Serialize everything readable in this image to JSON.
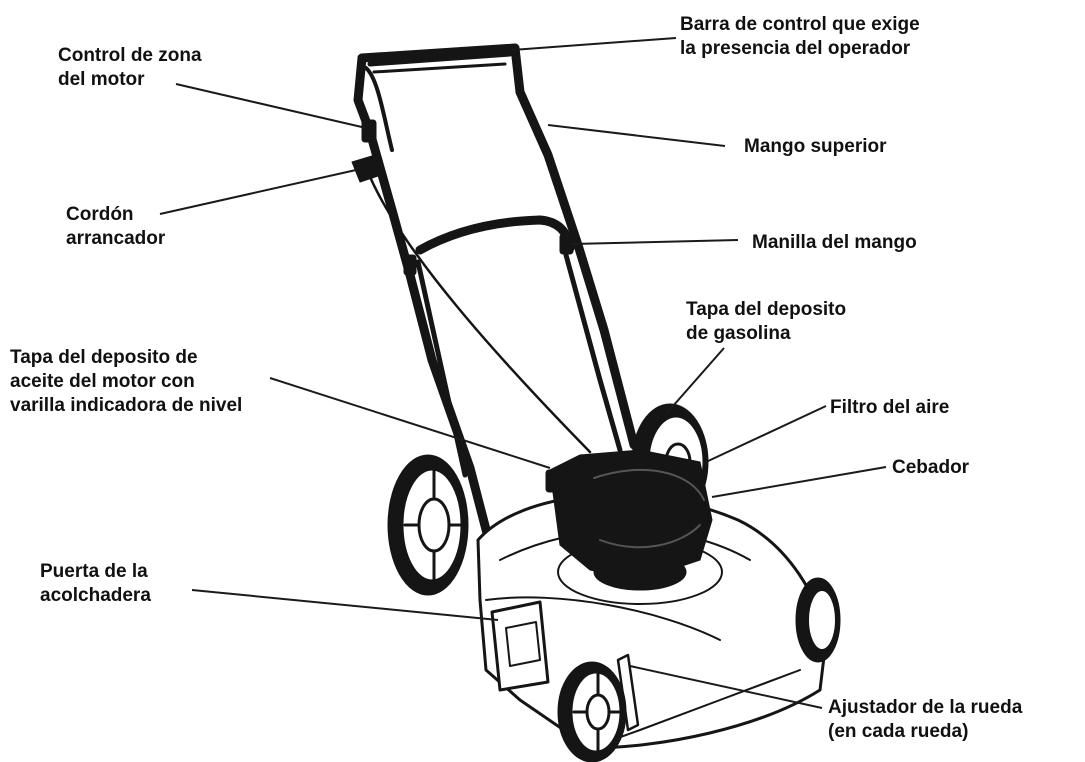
{
  "labels": {
    "operator_presence_bar": [
      "Barra de control que exige",
      "la presencia del operador"
    ],
    "engine_zone_control": [
      "Control de zona",
      "del motor"
    ],
    "upper_handle": [
      "Mango superior"
    ],
    "starter_rope": [
      "Cordón",
      "arrancador"
    ],
    "handle_knob": [
      "Manilla del mango"
    ],
    "fuel_cap": [
      "Tapa del deposito",
      "de gasolina"
    ],
    "oil_cap_dipstick": [
      "Tapa del deposito de",
      "aceite del motor con",
      "varilla indicadora de nivel"
    ],
    "air_filter": [
      "Filtro del aire"
    ],
    "primer": [
      "Cebador"
    ],
    "mulch_door": [
      "Puerta de la",
      "acolchadera"
    ],
    "wheel_adjuster": [
      "Ajustador de la rueda",
      "(en cada rueda)"
    ]
  },
  "colors": {
    "ink": "#111111",
    "line": "#1a1a1a",
    "engine": "#151515",
    "deck": "#ffffff"
  }
}
